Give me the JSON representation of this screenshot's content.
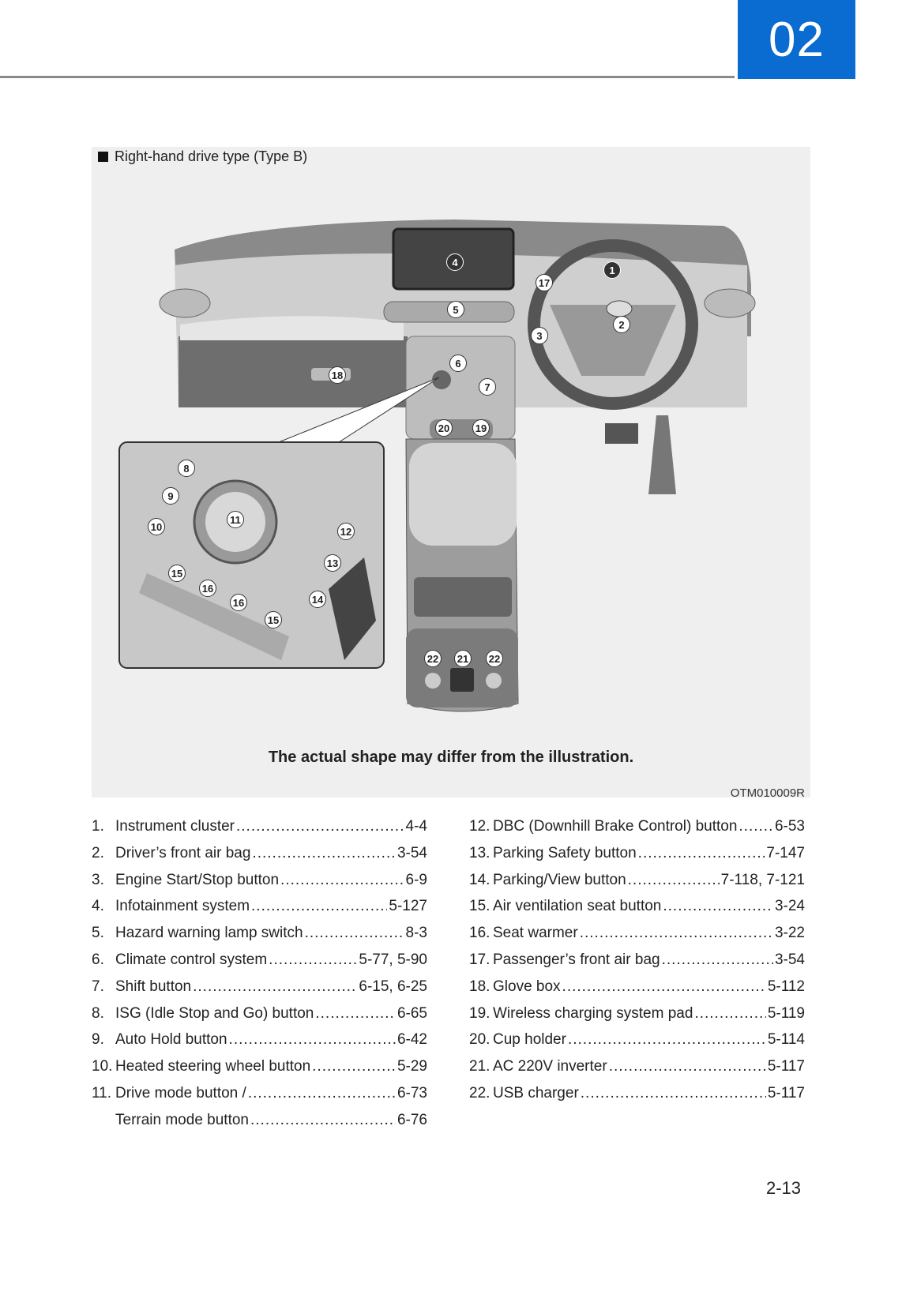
{
  "chapter": "02",
  "section_title": "Right-hand drive type (Type B)",
  "illustration": {
    "callouts": [
      "4",
      "1",
      "17",
      "5",
      "2",
      "3",
      "6",
      "18",
      "7",
      "20",
      "19",
      "8",
      "9",
      "11",
      "10",
      "12",
      "13",
      "15",
      "16",
      "16",
      "14",
      "15",
      "22",
      "21",
      "22"
    ],
    "note": "The actual shape may differ from the illustration.",
    "code": "OTM010009R"
  },
  "left_items": [
    {
      "num": "1.",
      "label": "Instrument cluster",
      "page": "4-4"
    },
    {
      "num": "2.",
      "label": "Driver’s front air bag",
      "page": "3-54"
    },
    {
      "num": "3.",
      "label": "Engine Start/Stop button",
      "page": "6-9"
    },
    {
      "num": "4.",
      "label": "Infotainment system",
      "page": "5-127"
    },
    {
      "num": "5.",
      "label": "Hazard warning lamp switch",
      "page": "8-3"
    },
    {
      "num": "6.",
      "label": "Climate control system",
      "page": "5-77, 5-90"
    },
    {
      "num": "7.",
      "label": "Shift button",
      "page": "6-15, 6-25"
    },
    {
      "num": "8.",
      "label": "ISG (Idle Stop and Go) button",
      "page": "6-65"
    },
    {
      "num": "9.",
      "label": "Auto Hold button",
      "page": "6-42"
    },
    {
      "num": "10.",
      "label": "Heated steering wheel button",
      "page": "5-29"
    },
    {
      "num": "11.",
      "label": "Drive mode button /",
      "page": "6-73"
    },
    {
      "num": "",
      "label": "Terrain mode button",
      "page": "6-76"
    }
  ],
  "right_items": [
    {
      "num": "12.",
      "label": "DBC (Downhill Brake Control) button",
      "page": "6-53"
    },
    {
      "num": "13.",
      "label": "Parking Safety button",
      "page": "7-147"
    },
    {
      "num": "14.",
      "label": "Parking/View button",
      "page": "7-118, 7-121"
    },
    {
      "num": "15.",
      "label": "Air ventilation seat button",
      "page": "3-24"
    },
    {
      "num": "16.",
      "label": "Seat warmer",
      "page": "3-22"
    },
    {
      "num": "17.",
      "label": "Passenger’s front air bag",
      "page": "3-54"
    },
    {
      "num": "18.",
      "label": "Glove box",
      "page": "5-112"
    },
    {
      "num": "19.",
      "label": "Wireless charging system pad",
      "page": "5-119"
    },
    {
      "num": "20.",
      "label": "Cup holder",
      "page": "5-114"
    },
    {
      "num": "21.",
      "label": "AC 220V inverter",
      "page": "5-117"
    },
    {
      "num": "22.",
      "label": "USB charger",
      "page": "5-117"
    }
  ],
  "page_number": "2-13"
}
